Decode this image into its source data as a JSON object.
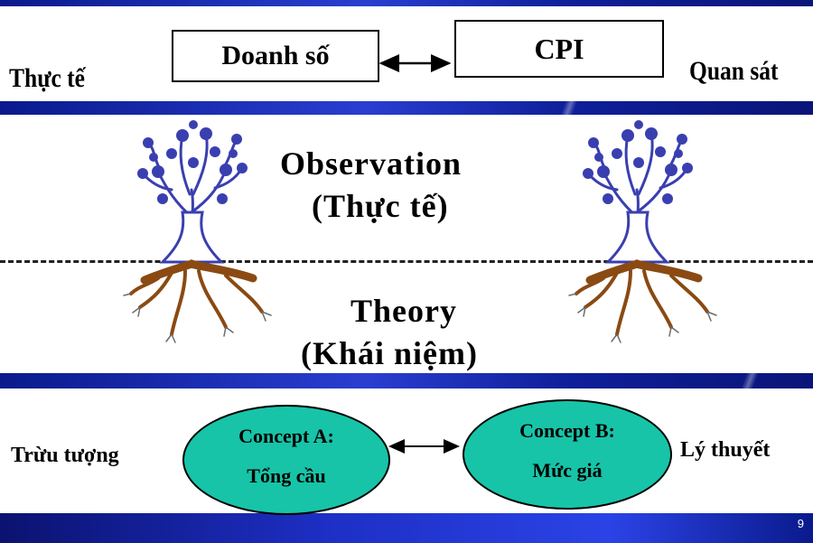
{
  "top_row": {
    "left_label": "Thực tế",
    "box_left": "Doanh số",
    "box_right": "CPI",
    "right_label": "Quan sát"
  },
  "middle": {
    "observation_title": "Observation",
    "observation_sub": "(Thực tế)",
    "theory_title": "Theory",
    "theory_sub": "(Khái niệm)"
  },
  "bottom_row": {
    "left_label": "Trừu tượng",
    "concept_a_title": "Concept A:",
    "concept_a_sub": "Tổng cầu",
    "concept_b_title": "Concept B:",
    "concept_b_sub": "Mức giá",
    "right_label": "Lý thuyết"
  },
  "slide_number": "9",
  "colors": {
    "band": "#1d2fc4",
    "ellipse_fill": "#17c4a8",
    "tree_foliage": "#3a3fb0",
    "tree_roots": "#8a4a12"
  }
}
